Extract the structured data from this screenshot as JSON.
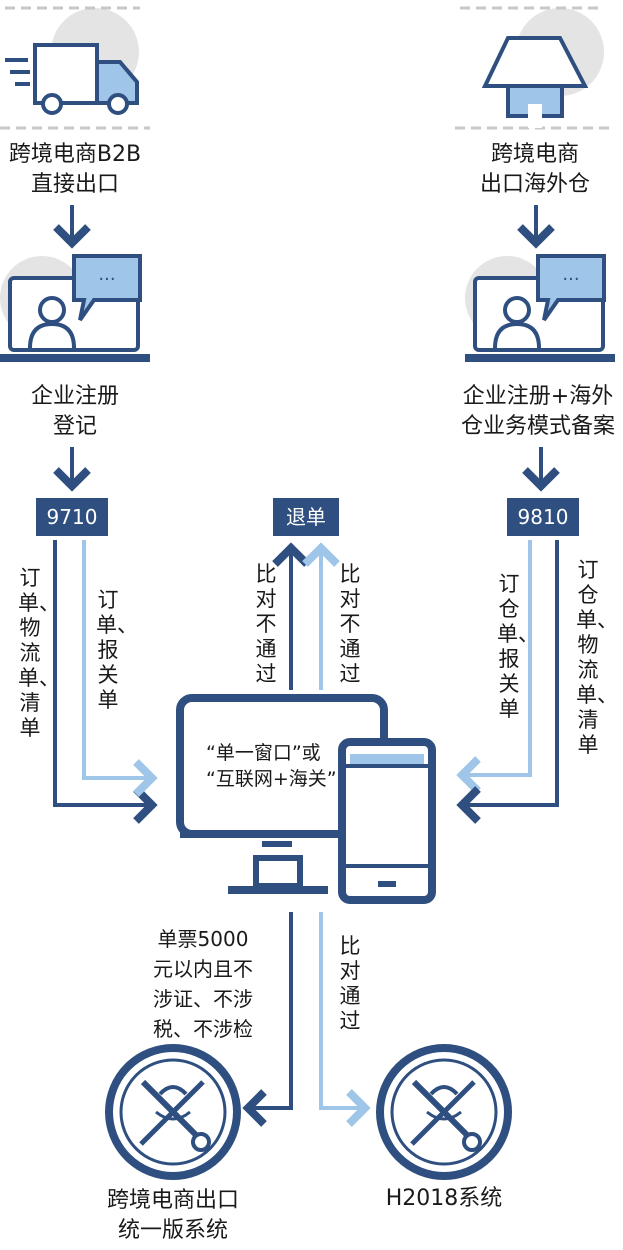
{
  "left_flow": {
    "source_label": [
      "跨境电商B2B",
      "直接出口"
    ],
    "register_label": [
      "企业注册",
      "登记"
    ],
    "code": "9710",
    "outer_docs": "订单、物流单、清单",
    "inner_docs": "订单、报关单"
  },
  "right_flow": {
    "source_label": [
      "跨境电商",
      "出口海外仓"
    ],
    "register_label": [
      "企业注册+海外",
      "仓业务模式备案"
    ],
    "code": "9810",
    "inner_docs": "订仓单、报关单",
    "outer_docs": "订仓单、物流单、清单"
  },
  "return": {
    "label": "退单",
    "fail_left": "比对不通过",
    "fail_right": "比对不通过"
  },
  "center": {
    "lines": [
      "“单一窗口”或",
      "“互联网+海关”"
    ]
  },
  "bottom": {
    "condition": [
      "单票5000",
      "元以内且不",
      "涉证、不涉",
      "税、不涉检"
    ],
    "pass": "比对通过",
    "left_system": [
      "跨境电商出口",
      "统一版系统"
    ],
    "right_system": "H2018系统"
  },
  "colors": {
    "dark_blue": "#2e4f7f",
    "light_blue": "#9fc6e8",
    "gray_circle": "#e4e4e4",
    "dashed_gray": "#c8c8c8"
  }
}
